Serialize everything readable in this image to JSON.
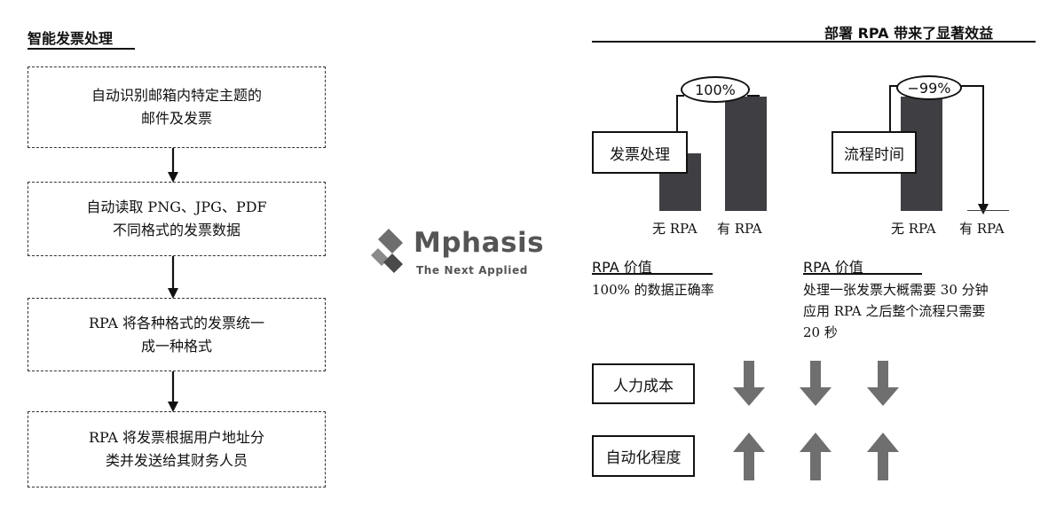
{
  "left": {
    "title": "智能发票处理",
    "steps": [
      {
        "line1": "自动识别邮箱内特定主题的",
        "line2": "邮件及发票"
      },
      {
        "line1": "自动读取 PNG、JPG、PDF",
        "line2": "不同格式的发票数据"
      },
      {
        "line1": "RPA 将各种格式的发票统一",
        "line2": "成一种格式"
      },
      {
        "line1": "RPA 将发票根据用户地址分",
        "line2": "类并发送给其财务人员"
      }
    ]
  },
  "logo": {
    "name": "Mphasis",
    "tagline": "The Next Applied"
  },
  "right": {
    "title": "部署 RPA 带来了显著效益",
    "chart1": {
      "label": "发票处理",
      "change": "100%",
      "categories": [
        "无 RPA",
        "有 RPA"
      ],
      "value_title": "RPA 价值",
      "value_lines": [
        "100% 的数据正确率"
      ]
    },
    "chart2": {
      "label": "流程时间",
      "change": "−99%",
      "categories": [
        "无 RPA",
        "有 RPA"
      ],
      "value_title": "RPA 价值",
      "value_lines": [
        "处理一张发票大概需要 30 分钟",
        "应用 RPA 之后整个流程只需要",
        "20 秒"
      ]
    },
    "rows": [
      {
        "label": "人力成本",
        "direction": "down"
      },
      {
        "label": "自动化程度",
        "direction": "up"
      }
    ]
  },
  "chart_data": [
    {
      "type": "bar",
      "categories": [
        "无 RPA",
        "有 RPA"
      ],
      "values": [
        1,
        2
      ],
      "annotation": "100%"
    },
    {
      "type": "bar",
      "categories": [
        "无 RPA",
        "有 RPA"
      ],
      "values": [
        100,
        1
      ],
      "annotation": "−99%"
    }
  ]
}
